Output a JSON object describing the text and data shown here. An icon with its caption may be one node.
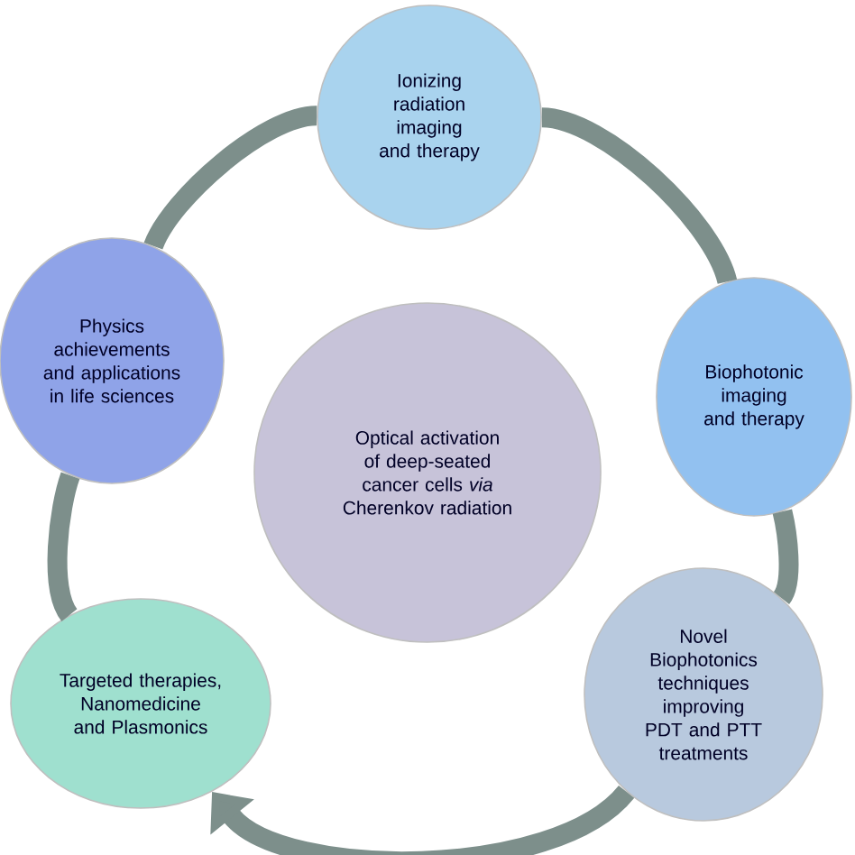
{
  "diagram": {
    "nodes": [
      {
        "text": [
          "Ionizing radiation imaging and therapy"
        ]
      },
      {
        "text": [
          "Physics achievements and applications in life sciences"
        ]
      },
      {
        "text": [
          "Optical activation of deep-seated cancer cells *via* Cherenkov radiation"
        ]
      },
      {
        "text": [
          "Biophotonic imaging and therapy"
        ]
      },
      {
        "text": [
          "Targeted therapies, Nanomedicine and Plasmonics"
        ]
      },
      {
        "text": [
          "Novel Biophotonics techniques improving PDT and PTT treatments"
        ]
      }
    ],
    "edges": [
      {
        "from": 4,
        "to": 1,
        "arrow": "none"
      },
      {
        "from": 1,
        "to": 0,
        "arrow": "none"
      },
      {
        "from": 0,
        "to": 3,
        "arrow": "none"
      },
      {
        "from": 3,
        "to": 5,
        "arrow": "none"
      },
      {
        "from": 5,
        "to": 4,
        "arrow": "to"
      }
    ]
  }
}
